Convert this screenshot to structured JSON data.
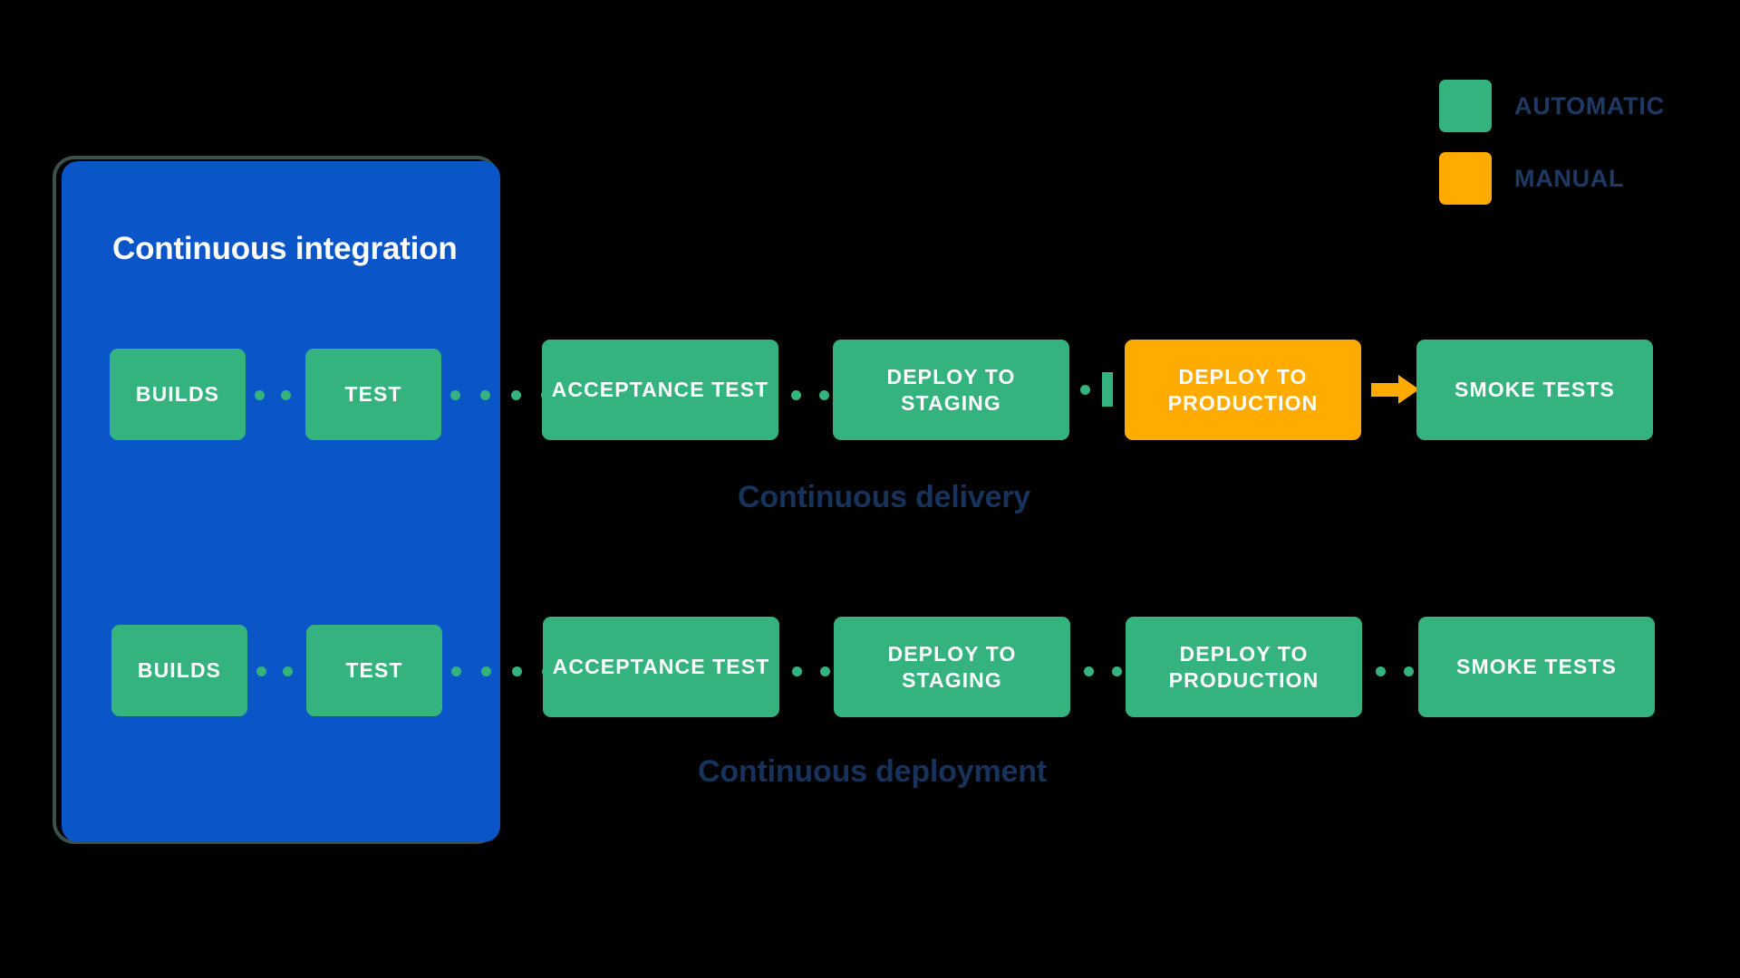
{
  "legend": {
    "items": [
      {
        "label": "AUTOMATIC",
        "color": "#35B37E",
        "swatch_icon": "square-swatch-icon"
      },
      {
        "label": "MANUAL",
        "color": "#FFAB00",
        "swatch_icon": "square-swatch-icon"
      }
    ]
  },
  "ci_panel": {
    "title": "Continuous integration",
    "color": "#0A55C8",
    "border_color": "#3B4F4B"
  },
  "colors": {
    "automatic_green": "#35B37E",
    "manual_orange": "#FFAB00",
    "ci_blue": "#0A55C8",
    "caption_navy": "#17335C",
    "legend_navy": "#1E3A64",
    "background": "#000000"
  },
  "pipelines": [
    {
      "name": "Continuous delivery",
      "caption": "Continuous delivery",
      "stages": [
        {
          "label": "BUILDS",
          "type": "automatic",
          "inside_ci": true
        },
        {
          "label": "TEST",
          "type": "automatic",
          "inside_ci": true
        },
        {
          "label": "ACCEPTANCE TEST",
          "type": "automatic",
          "inside_ci": false
        },
        {
          "label": "DEPLOY TO STAGING",
          "type": "automatic",
          "inside_ci": false
        },
        {
          "label": "DEPLOY TO PRODUCTION",
          "type": "manual",
          "inside_ci": false
        },
        {
          "label": "SMOKE TESTS",
          "type": "automatic",
          "inside_ci": false
        }
      ]
    },
    {
      "name": "Continuous deployment",
      "caption": "Continuous deployment",
      "stages": [
        {
          "label": "BUILDS",
          "type": "automatic",
          "inside_ci": true
        },
        {
          "label": "TEST",
          "type": "automatic",
          "inside_ci": true
        },
        {
          "label": "ACCEPTANCE TEST",
          "type": "automatic",
          "inside_ci": false
        },
        {
          "label": "DEPLOY TO STAGING",
          "type": "automatic",
          "inside_ci": false
        },
        {
          "label": "DEPLOY TO PRODUCTION",
          "type": "automatic",
          "inside_ci": false
        },
        {
          "label": "SMOKE TESTS",
          "type": "automatic",
          "inside_ci": false
        }
      ]
    }
  ],
  "row1_labels": {
    "builds": "BUILDS",
    "test": "TEST",
    "acceptance_test": "ACCEPTANCE TEST",
    "deploy_to_staging": "DEPLOY TO STAGING",
    "deploy_to_production": "DEPLOY TO PRODUCTION",
    "smoke_tests": "SMOKE TESTS"
  },
  "row2_labels": {
    "builds": "BUILDS",
    "test": "TEST",
    "acceptance_test": "ACCEPTANCE TEST",
    "deploy_to_staging": "DEPLOY TO STAGING",
    "deploy_to_production": "DEPLOY TO PRODUCTION",
    "smoke_tests": "SMOKE TESTS"
  },
  "captions": {
    "delivery": "Continuous delivery",
    "deployment": "Continuous deployment"
  }
}
